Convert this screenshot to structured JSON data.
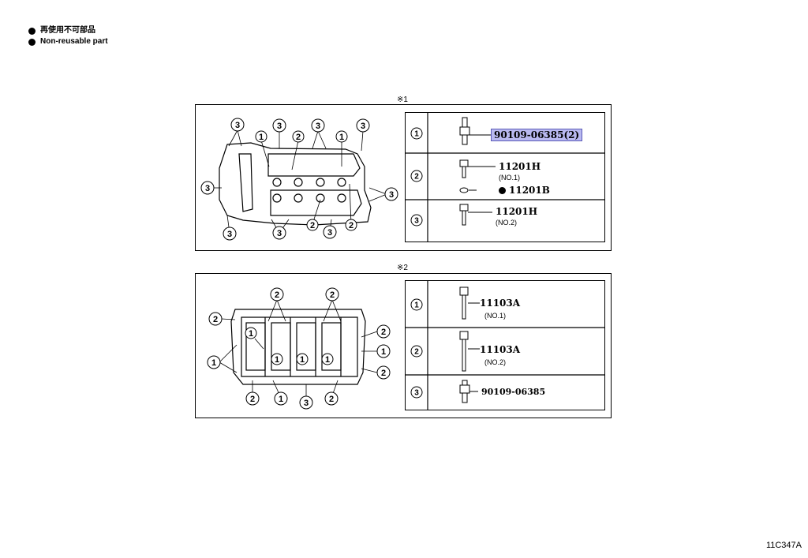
{
  "legend": [
    {
      "text": "再使用不可部品"
    },
    {
      "text": "Non-reusable part"
    }
  ],
  "figure_code": "11C347A",
  "section1": {
    "marker": "※1",
    "rows": [
      {
        "num": "1",
        "part": "90109-06385(2)",
        "highlighted": true
      },
      {
        "num": "2",
        "part": "11201H",
        "sub": "(NO.1)",
        "part2": "11201B"
      },
      {
        "num": "3",
        "part": "11201H",
        "sub": "(NO.2)"
      }
    ]
  },
  "section2": {
    "marker": "※2",
    "rows": [
      {
        "num": "1",
        "part": "11103A",
        "sub": "(NO.1)"
      },
      {
        "num": "2",
        "part": "11103A",
        "sub": "(NO.2)"
      },
      {
        "num": "3",
        "part": "90109-06385"
      }
    ]
  }
}
